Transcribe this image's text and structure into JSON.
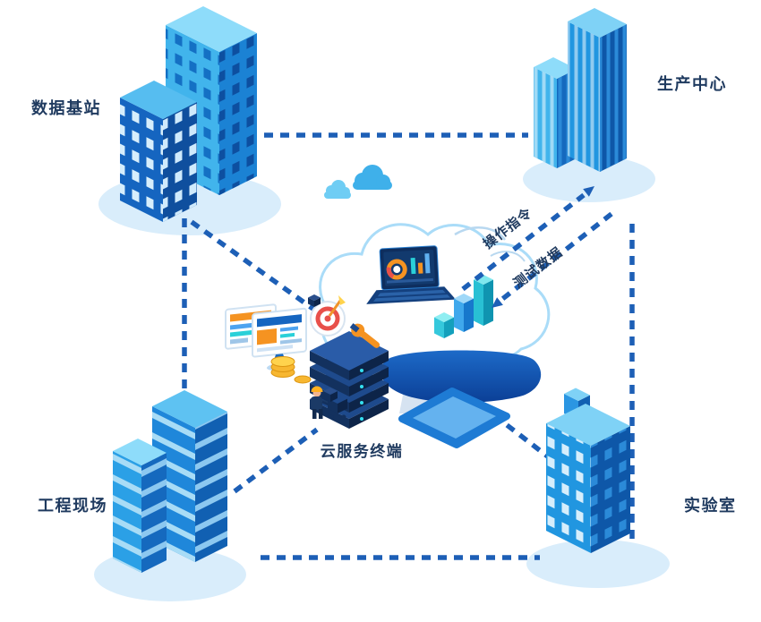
{
  "diagram": {
    "type": "cloud-network-topology-illustration",
    "nodes": {
      "data_station": {
        "label": "数据基站"
      },
      "production_center": {
        "label": "生产中心"
      },
      "engineering_site": {
        "label": "工程现场"
      },
      "laboratory": {
        "label": "实验室"
      },
      "cloud_terminal": {
        "label": "云服务终端"
      }
    },
    "edge_labels": {
      "operation_command": "操作指令",
      "test_data": "测试数据"
    },
    "colors": {
      "dashed_line": "#1d5fb6",
      "label_text": "#1f3a5f",
      "building_light_blue": "#41b4ec",
      "building_mid_blue": "#1b82d4",
      "building_dark_blue": "#0e57a8",
      "platform_blue": "#d9edfb",
      "cloud_outline": "#aadcf8",
      "accent_orange": "#f59321",
      "accent_red": "#e8504a",
      "coin_gold": "#f7b731",
      "teal": "#2ad0d8",
      "navy": "#16325c"
    }
  }
}
